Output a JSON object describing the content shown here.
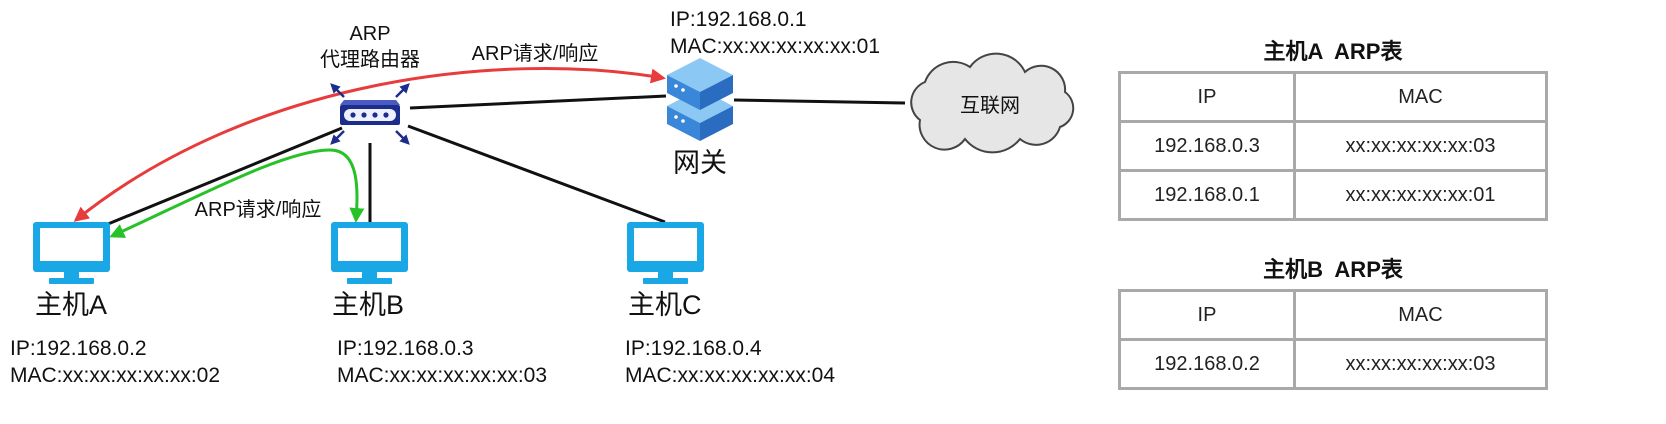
{
  "router": {
    "label_line1": "ARP",
    "label_line2": "代理路由器"
  },
  "gateway": {
    "label": "网关",
    "ip": "IP:192.168.0.1",
    "mac": "MAC:xx:xx:xx:xx:xx:01"
  },
  "internet": {
    "label": "互联网"
  },
  "arrows": {
    "red_label": "ARP请求/响应",
    "green_label": "ARP请求/响应"
  },
  "hosts": [
    {
      "name": "主机A",
      "ip": "IP:192.168.0.2",
      "mac": "MAC:xx:xx:xx:xx:xx:02"
    },
    {
      "name": "主机B",
      "ip": "IP:192.168.0.3",
      "mac": "MAC:xx:xx:xx:xx:xx:03"
    },
    {
      "name": "主机C",
      "ip": "IP:192.168.0.4",
      "mac": "MAC:xx:xx:xx:xx:xx:04"
    }
  ],
  "tables": [
    {
      "title": "主机A  ARP表",
      "headers": [
        "IP",
        "MAC"
      ],
      "rows": [
        [
          "192.168.0.3",
          "xx:xx:xx:xx:xx:03"
        ],
        [
          "192.168.0.1",
          "xx:xx:xx:xx:xx:01"
        ]
      ]
    },
    {
      "title": "主机B  ARP表",
      "headers": [
        "IP",
        "MAC"
      ],
      "rows": [
        [
          "192.168.0.2",
          "xx:xx:xx:xx:xx:03"
        ]
      ]
    }
  ],
  "colors": {
    "host": "#1aa7e6",
    "router": "#1c2d8c",
    "red_arrow": "#e83b3b",
    "green_arrow": "#27c227",
    "cloud_fill": "#e6e6e6",
    "server_top": "#8cc8f4",
    "server_left": "#3a86d8",
    "server_right": "#2a6cc0"
  }
}
